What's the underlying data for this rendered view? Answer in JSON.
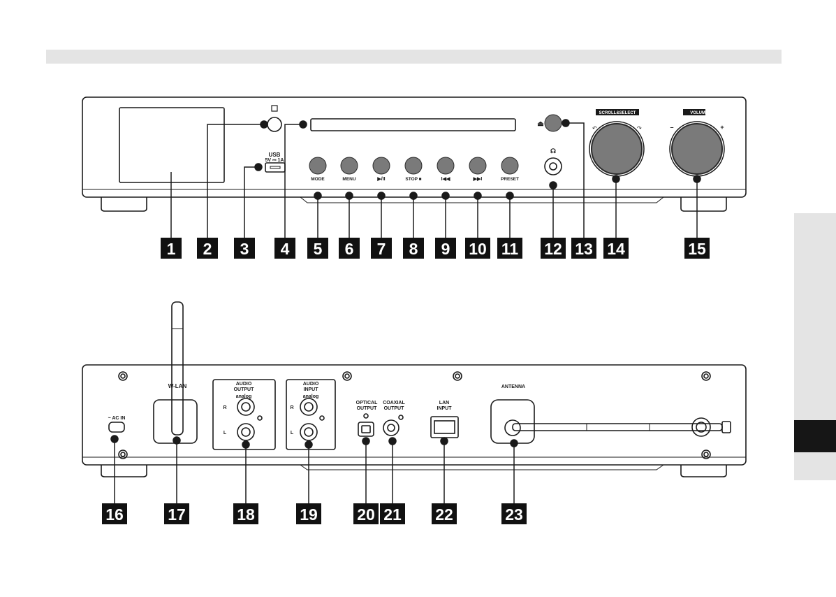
{
  "front_panel": {
    "labels": {
      "usb": "USB",
      "usb_rating": "5V ⎓ 1A",
      "mode": "MODE",
      "menu": "MENU",
      "play_pause": "▶/II",
      "stop": "STOP ■",
      "prev": "I◀◀",
      "next": "▶▶I",
      "preset": "PRESET",
      "eject": "⏏",
      "scroll_select": "SCROLL&SELECT",
      "volume": "VOLUME / ⏻",
      "vol_minus": "–",
      "vol_plus": "+",
      "headphone": "☊"
    },
    "callouts": [
      "1",
      "2",
      "3",
      "4",
      "5",
      "6",
      "7",
      "8",
      "9",
      "10",
      "11",
      "12",
      "13",
      "14",
      "15"
    ]
  },
  "rear_panel": {
    "labels": {
      "ac_in": "~ AC IN",
      "wlan": "W-LAN",
      "audio_output": "AUDIO\nOUTPUT",
      "audio_output_sub": "analog",
      "audio_input": "AUDIO\nINPUT",
      "audio_input_sub": "analog",
      "r": "R",
      "l": "L",
      "optical_output": "OPTICAL\nOUTPUT",
      "coaxial_output": "COAXIAL\nOUTPUT",
      "lan_input": "LAN\nINPUT",
      "antenna": "ANTENNA"
    },
    "callouts": [
      "16",
      "17",
      "18",
      "19",
      "20",
      "21",
      "22",
      "23"
    ]
  }
}
